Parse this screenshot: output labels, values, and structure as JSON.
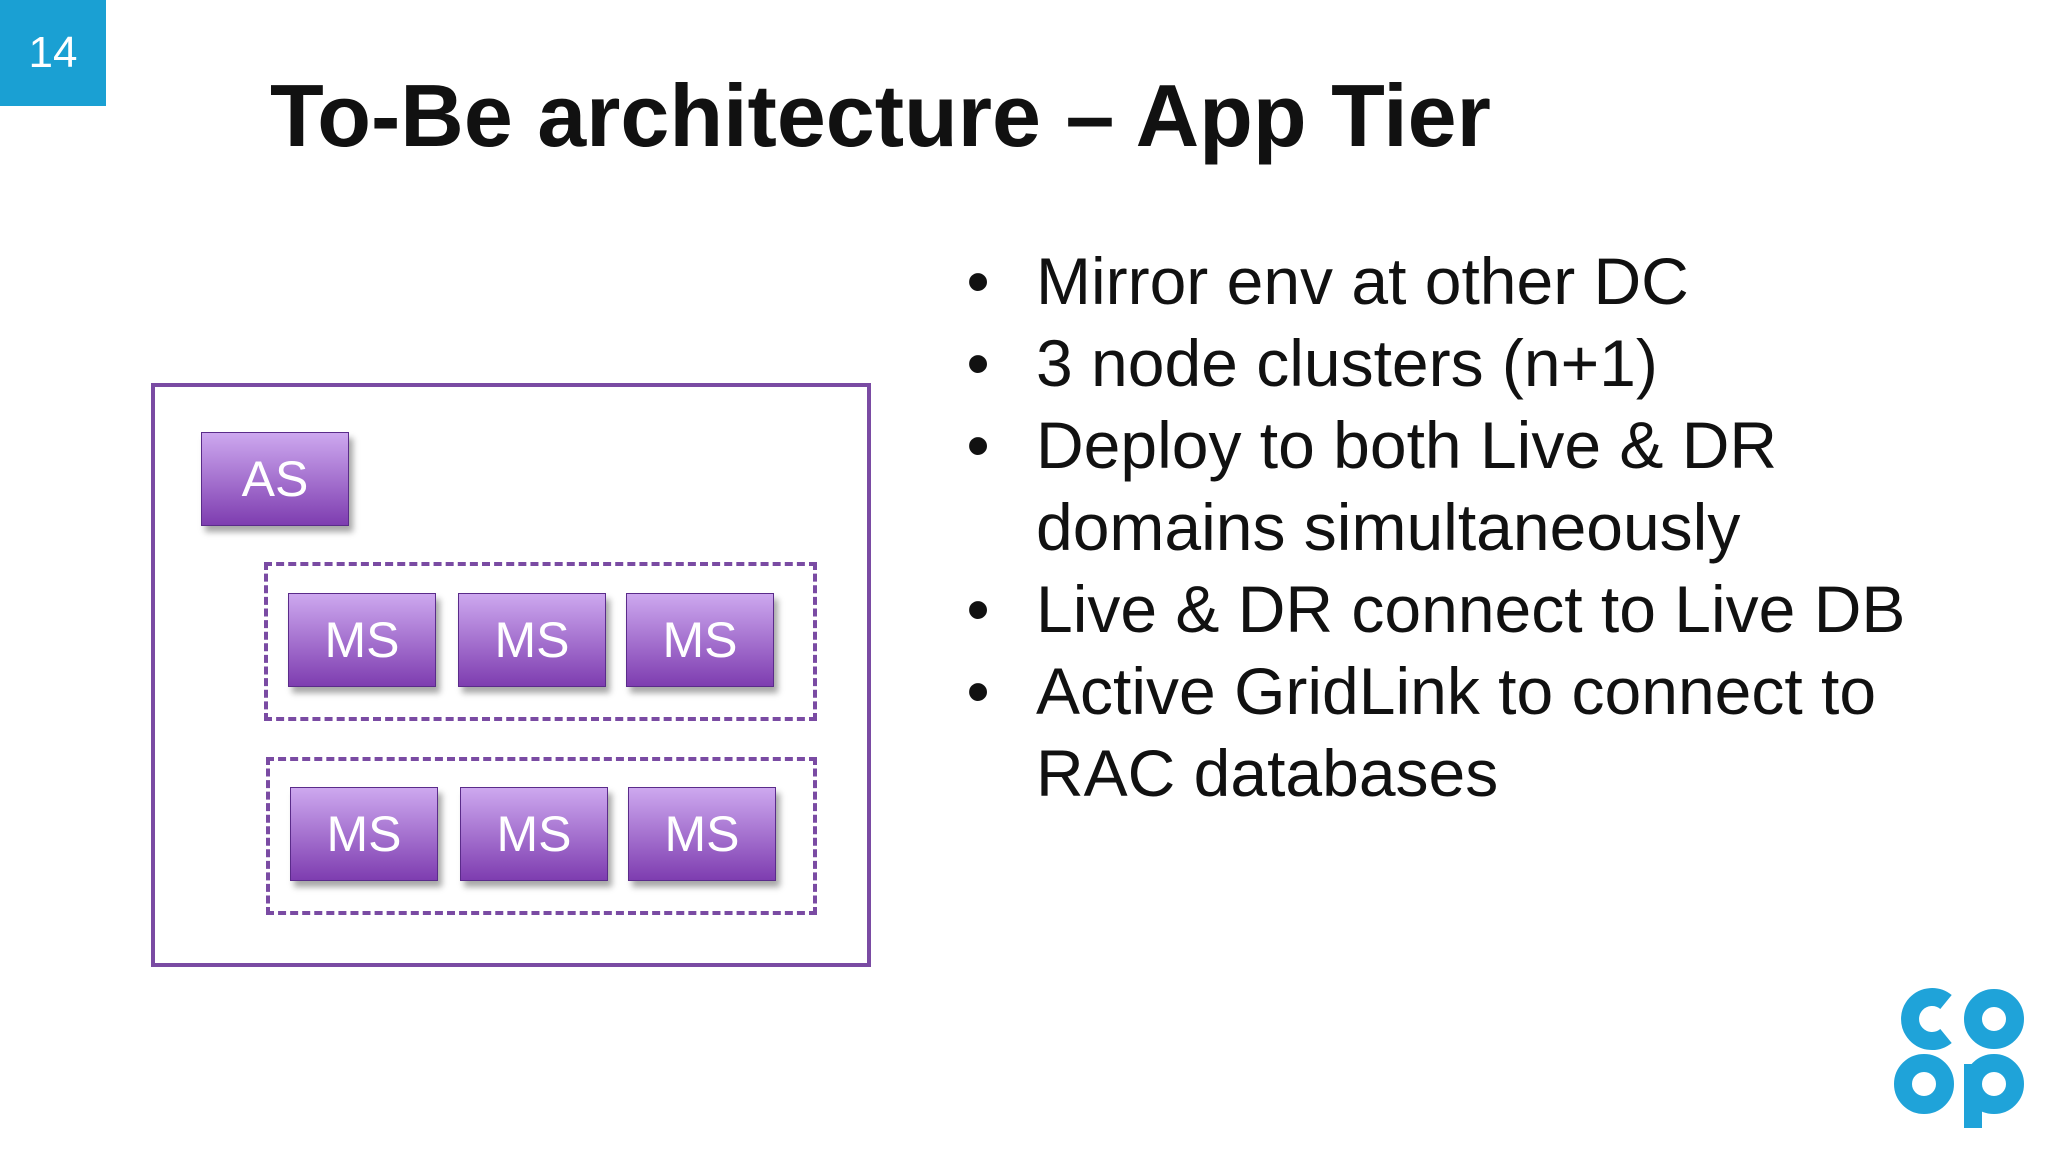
{
  "slide": {
    "number": "14",
    "title": "To-Be architecture – App Tier"
  },
  "colors": {
    "accent_blue": "#1aa0d3",
    "purple_border": "#7a4ba3",
    "node_gradient_top": "#cda8ef",
    "node_gradient_bottom": "#7e3db0",
    "logo_blue": "#1fa3d9"
  },
  "diagram": {
    "admin_server_label": "AS",
    "clusters": [
      {
        "nodes": [
          "MS",
          "MS",
          "MS"
        ]
      },
      {
        "nodes": [
          "MS",
          "MS",
          "MS"
        ]
      }
    ]
  },
  "bullets": [
    "Mirror env at other DC",
    "3 node clusters (n+1)",
    "Deploy to both Live & DR domains simultaneously",
    "Live & DR connect to Live DB",
    "Active GridLink to connect to RAC databases"
  ],
  "bullet_symbol": "•",
  "logo": {
    "text_top": "co",
    "text_bottom": "op"
  }
}
